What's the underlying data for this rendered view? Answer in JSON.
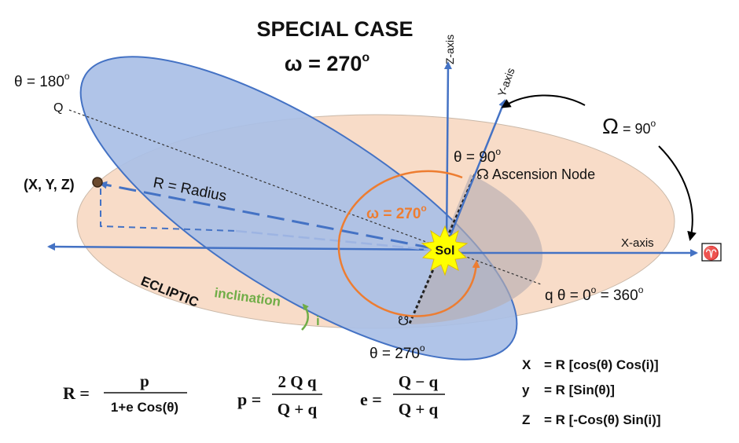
{
  "title": {
    "line1": "SPECIAL CASE",
    "line2_prefix": "ω = 270",
    "line2_sup": "o"
  },
  "axes": {
    "z_axis": "Z-axis",
    "y_axis": "Y-axis",
    "x_axis": "X-axis",
    "vernal_symbol": "♈"
  },
  "node": {
    "omega_prefix": "Ω",
    "omega_value": " = 90",
    "omega_sup": "o",
    "ascension_node": "☊ Ascension Node",
    "descending_symbol": "☋"
  },
  "points": {
    "theta_180": "θ = 180",
    "theta_90": "θ = 90",
    "theta_0": "q  θ = 0",
    "theta_0_mid": " = 360",
    "theta_270": "θ = 270",
    "sup": "o",
    "Q": "Q",
    "xyz": "(X, Y, Z)",
    "sol": "Sol"
  },
  "labels": {
    "radius": "R = Radius",
    "w270_prefix": "ω = 270",
    "w270_sup": "o",
    "ecliptic": "ECLIPTIC",
    "inclination": "inclination",
    "i": "i"
  },
  "formulas": {
    "R_lhs": "R =",
    "R_num": "p",
    "R_den": "1+e Cos(θ)",
    "p_lhs": "p =",
    "p_num": "2 Q q",
    "p_den": "Q + q",
    "e_lhs": "e =",
    "e_num": "Q − q",
    "e_den": "Q + q",
    "X_lhs": "X",
    "X_rhs": "=  R [cos(θ) Cos(i)]",
    "y_lhs": "y",
    "y_rhs": "=   R [Sin(θ)]",
    "Z_lhs": "Z",
    "Z_rhs": "=  R [-Cos(θ) Sin(i)]"
  },
  "colors": {
    "ecliptic_fill": "#f8dcc8",
    "orbit_fill": "#a9bfe6",
    "orbit_stroke": "#4472c4",
    "axis": "#4472c4",
    "orange": "#ed7d31",
    "green": "#70ad47",
    "sun": "#ffff00"
  }
}
